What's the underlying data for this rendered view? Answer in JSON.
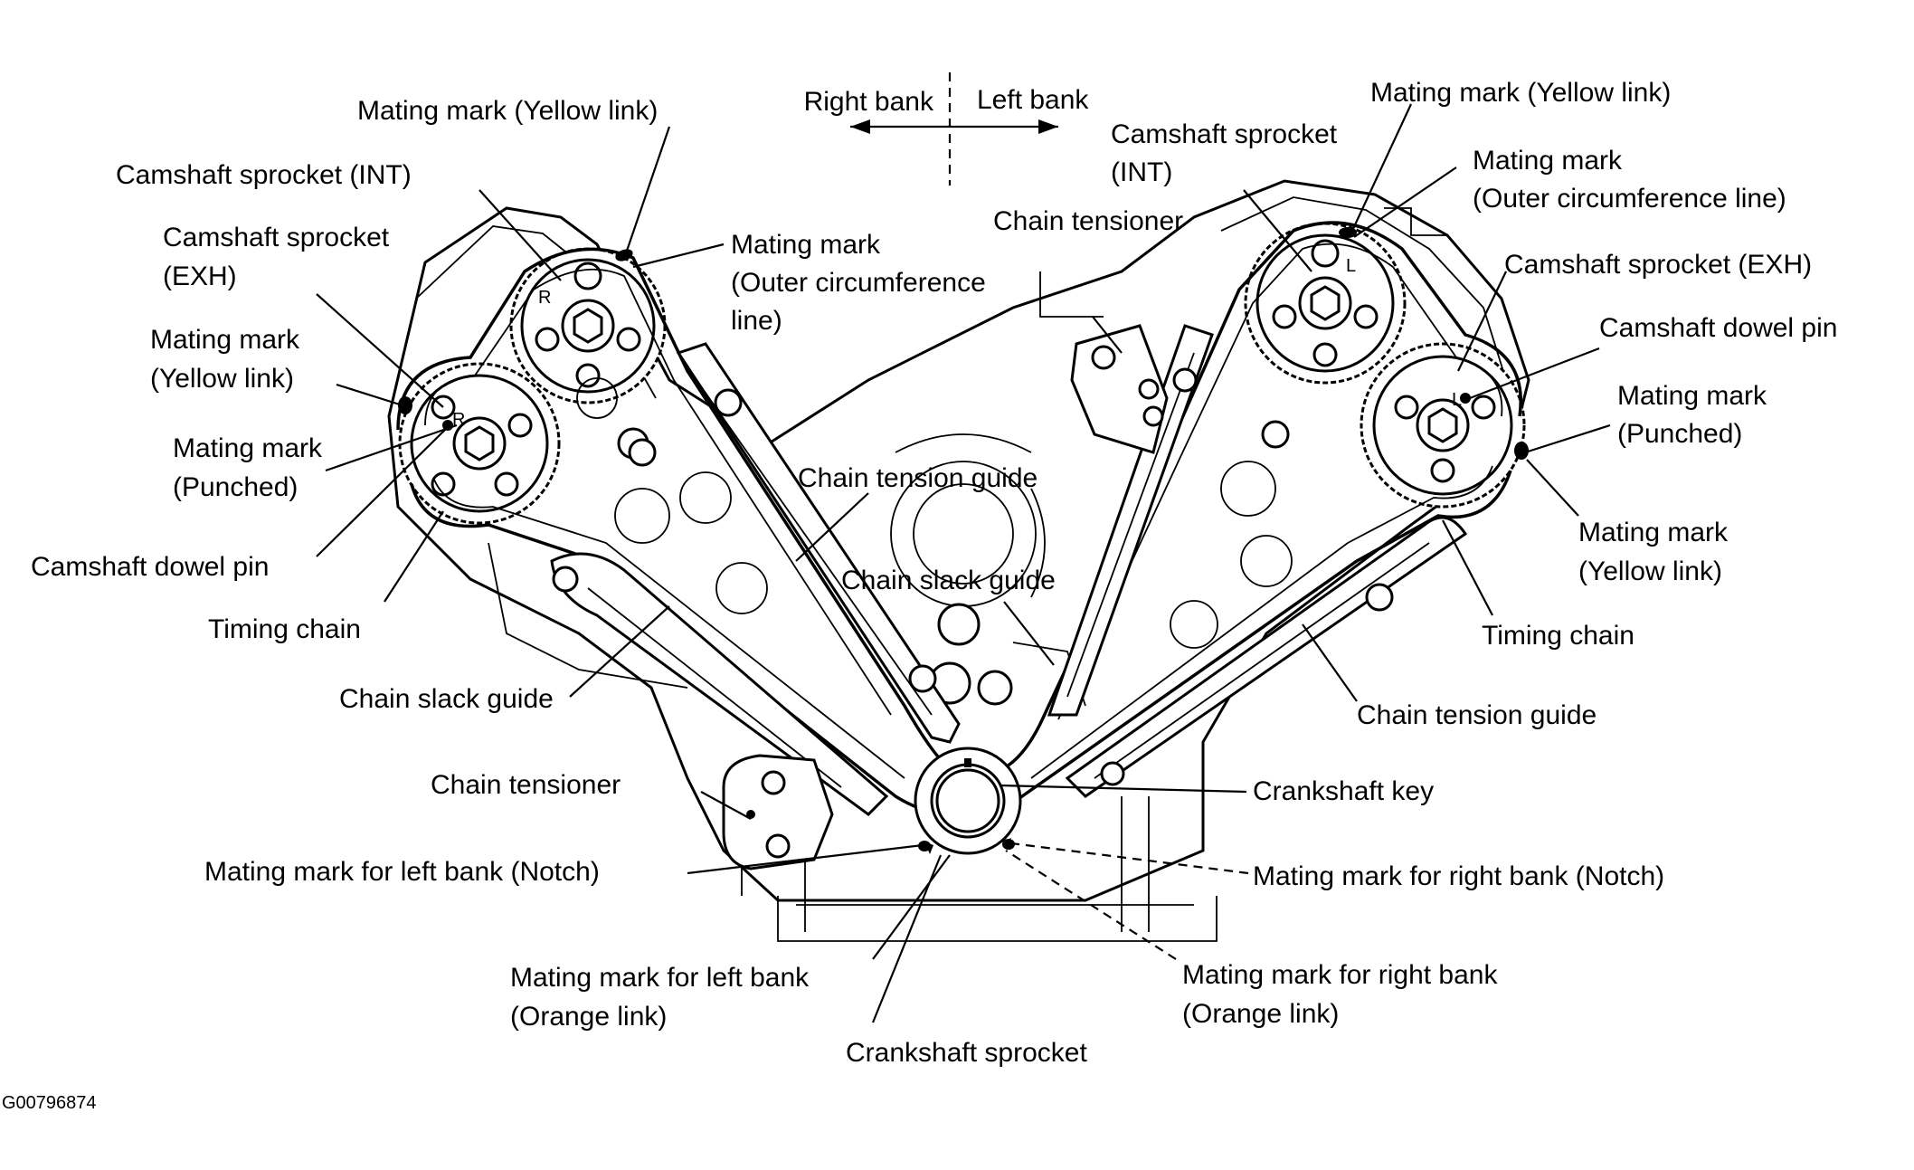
{
  "header": {
    "right_bank": "Right bank",
    "left_bank": "Left bank"
  },
  "right_bank_labels": {
    "mating_mark_yellow_link_top": "Mating mark (Yellow link)",
    "camshaft_sprocket_int": "Camshaft sprocket (INT)",
    "camshaft_sprocket_exh_1": "Camshaft sprocket",
    "camshaft_sprocket_exh_2": "(EXH)",
    "mating_mark_outer_1": "Mating mark",
    "mating_mark_outer_2": "(Outer circumference",
    "mating_mark_outer_3": "line)",
    "mating_mark_yellow_link_side_1": "Mating mark",
    "mating_mark_yellow_link_side_2": "(Yellow link)",
    "mating_mark_punched_1": "Mating mark",
    "mating_mark_punched_2": "(Punched)",
    "camshaft_dowel_pin": "Camshaft dowel pin",
    "timing_chain": "Timing chain",
    "chain_slack_guide": "Chain slack guide",
    "chain_tensioner": "Chain tensioner"
  },
  "left_bank_labels": {
    "mating_mark_yellow_link_top": "Mating mark (Yellow link)",
    "camshaft_sprocket_int_1": "Camshaft sprocket",
    "camshaft_sprocket_int_2": "(INT)",
    "mating_mark_outer_1": "Mating mark",
    "mating_mark_outer_2": "(Outer circumference line)",
    "chain_tensioner": "Chain tensioner",
    "camshaft_sprocket_exh": "Camshaft sprocket (EXH)",
    "camshaft_dowel_pin": "Camshaft dowel pin",
    "mating_mark_punched_1": "Mating mark",
    "mating_mark_punched_2": "(Punched)",
    "mating_mark_yellow_link_side_1": "Mating mark",
    "mating_mark_yellow_link_side_2": "(Yellow link)",
    "timing_chain": "Timing chain",
    "chain_tension_guide": "Chain tension guide"
  },
  "center_labels": {
    "chain_tension_guide": "Chain tension guide",
    "chain_slack_guide": "Chain slack guide",
    "crankshaft_key": "Crankshaft key",
    "mating_mark_left_notch": "Mating mark for left bank (Notch)",
    "mating_mark_right_notch": "Mating mark for right bank (Notch)",
    "mating_mark_left_orange_1": "Mating mark for left bank",
    "mating_mark_left_orange_2": "(Orange link)",
    "mating_mark_right_orange_1": "Mating mark for right bank",
    "mating_mark_right_orange_2": "(Orange link)",
    "crankshaft_sprocket": "Crankshaft sprocket"
  },
  "sprocket_letters": {
    "r": "R",
    "l": "L"
  },
  "figure_id": "G00796874"
}
